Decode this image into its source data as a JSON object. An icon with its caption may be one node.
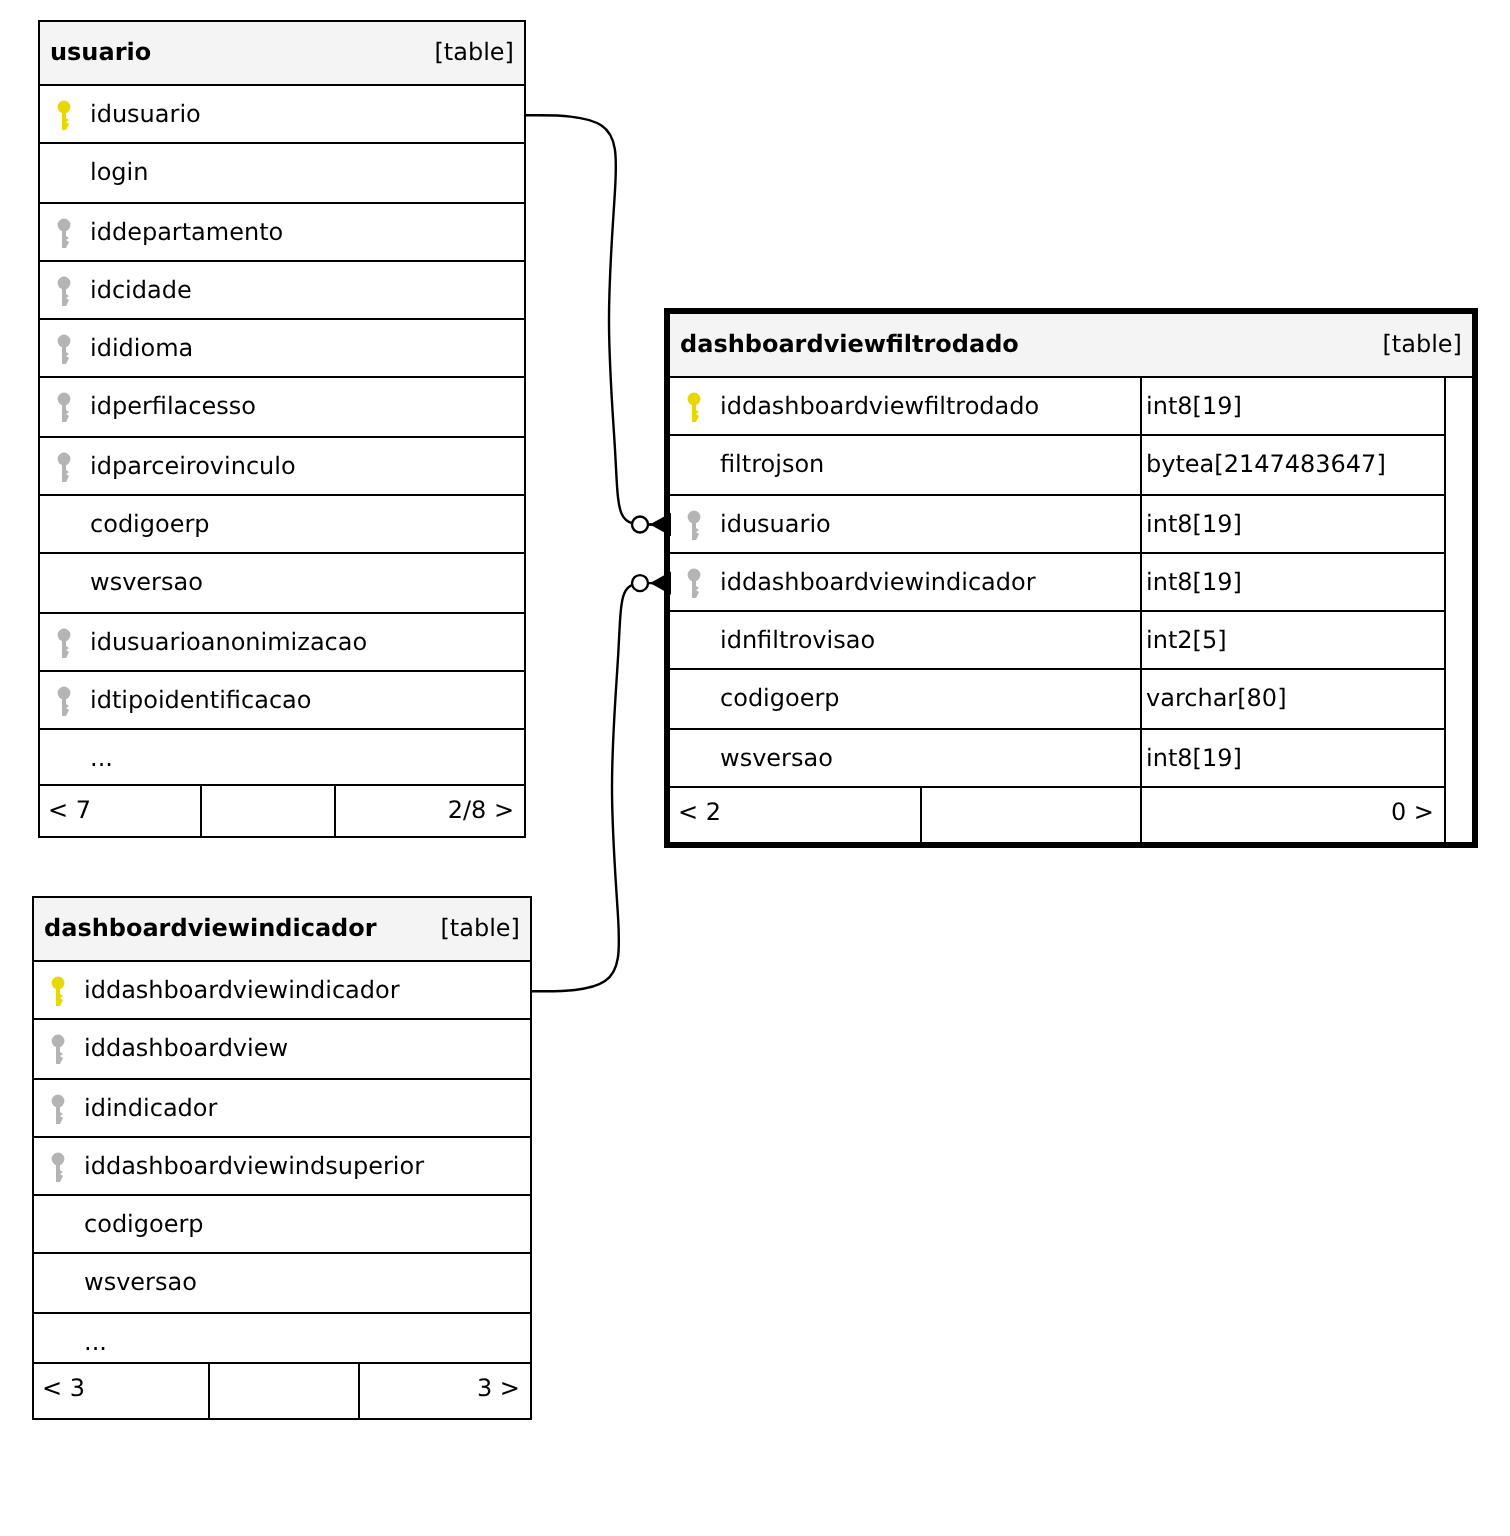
{
  "diagram": {
    "nodes": [
      {
        "text": [
          "usuario",
          "[table]"
        ]
      },
      {
        "text": [
          "idusuario"
        ],
        "in": 0
      },
      {
        "text": [
          "login"
        ],
        "in": 0
      },
      {
        "text": [
          "iddepartamento"
        ],
        "in": 0
      },
      {
        "text": [
          "idcidade"
        ],
        "in": 0
      },
      {
        "text": [
          "ididioma"
        ],
        "in": 0
      },
      {
        "text": [
          "idperfilacesso"
        ],
        "in": 0
      },
      {
        "text": [
          "idparceirovinculo"
        ],
        "in": 0
      },
      {
        "text": [
          "codigoerp"
        ],
        "in": 0
      },
      {
        "text": [
          "wsversao"
        ],
        "in": 0
      },
      {
        "text": [
          "idusuarioanonimizacao"
        ],
        "in": 0
      },
      {
        "text": [
          "idtipoidentificacao"
        ],
        "in": 0
      },
      {
        "text": [
          "..."
        ],
        "in": 0
      },
      {
        "text": [
          "< 7",
          "2/8 >"
        ],
        "in": 0
      },
      {
        "text": [
          "dashboardviewfiltrodado",
          "[table]"
        ]
      },
      {
        "text": [
          "iddashboardviewfiltrodado",
          "int8[19]"
        ],
        "in": 14
      },
      {
        "text": [
          "filtrojson",
          "bytea[2147483647]"
        ],
        "in": 14
      },
      {
        "text": [
          "idusuario",
          "int8[19]"
        ],
        "in": 14
      },
      {
        "text": [
          "iddashboardviewindicador",
          "int8[19]"
        ],
        "in": 14
      },
      {
        "text": [
          "idnfiltrovisao",
          "int2[5]"
        ],
        "in": 14
      },
      {
        "text": [
          "codigoerp",
          "varchar[80]"
        ],
        "in": 14
      },
      {
        "text": [
          "wsversao",
          "int8[19]"
        ],
        "in": 14
      },
      {
        "text": [
          "< 2",
          "0 >"
        ],
        "in": 14
      },
      {
        "text": [
          "dashboardviewindicador",
          "[table]"
        ]
      },
      {
        "text": [
          "iddashboardviewindicador"
        ],
        "in": 23
      },
      {
        "text": [
          "iddashboardview"
        ],
        "in": 23
      },
      {
        "text": [
          "idindicador"
        ],
        "in": 23
      },
      {
        "text": [
          "iddashboardviewindsuperior"
        ],
        "in": 23
      },
      {
        "text": [
          "codigoerp"
        ],
        "in": 23
      },
      {
        "text": [
          "wsversao"
        ],
        "in": 23
      },
      {
        "text": [
          "..."
        ],
        "in": 23
      },
      {
        "text": [
          "< 3",
          "3 >"
        ],
        "in": 23
      }
    ],
    "edges": [
      {
        "from": 1,
        "to": 17,
        "arrow": "other"
      },
      {
        "from": 24,
        "to": 18,
        "arrow": "other"
      }
    ]
  }
}
